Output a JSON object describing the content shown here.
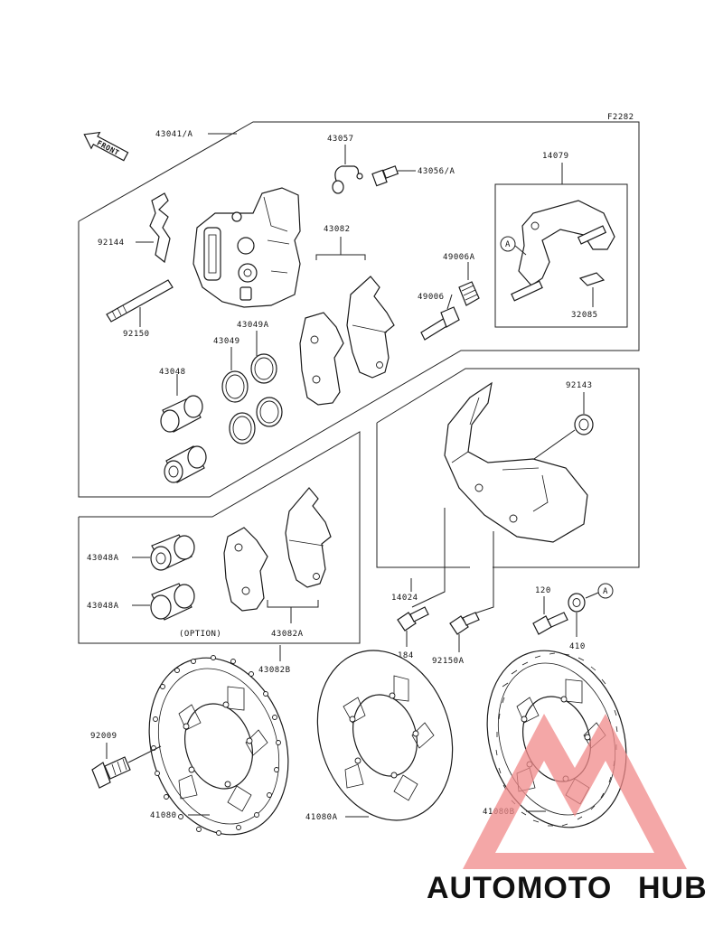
{
  "drawing_code": "F2282",
  "front_label": "FRONT",
  "option_label": "(OPTION)",
  "callout_letter": "A",
  "parts": {
    "p43041": "43041/A",
    "p43057": "43057",
    "p43056": "43056/A",
    "p14079": "14079",
    "p92144": "92144",
    "p43082": "43082",
    "p49006A": "49006A",
    "p49006": "49006",
    "p32085": "32085",
    "p92150": "92150",
    "p43049A": "43049A",
    "p43049": "43049",
    "p43048": "43048",
    "p92143": "92143",
    "p43048A_1": "43048A",
    "p43048A_2": "43048A",
    "p14024": "14024",
    "p120": "120",
    "p184": "184",
    "p92150A": "92150A",
    "p410": "410",
    "p43082A": "43082A",
    "p43082B": "43082B",
    "p92009": "92009",
    "p41080": "41080",
    "p41080A": "41080A",
    "p41080B": "41080B"
  },
  "watermark": {
    "part1": "AUTO",
    "part2": "MOTO",
    "part3": "HUB",
    "color1": "#f2b48a",
    "color2": "#f4a4a4",
    "color3": "#a9a9a9",
    "logo_color": "#f08a8a"
  }
}
